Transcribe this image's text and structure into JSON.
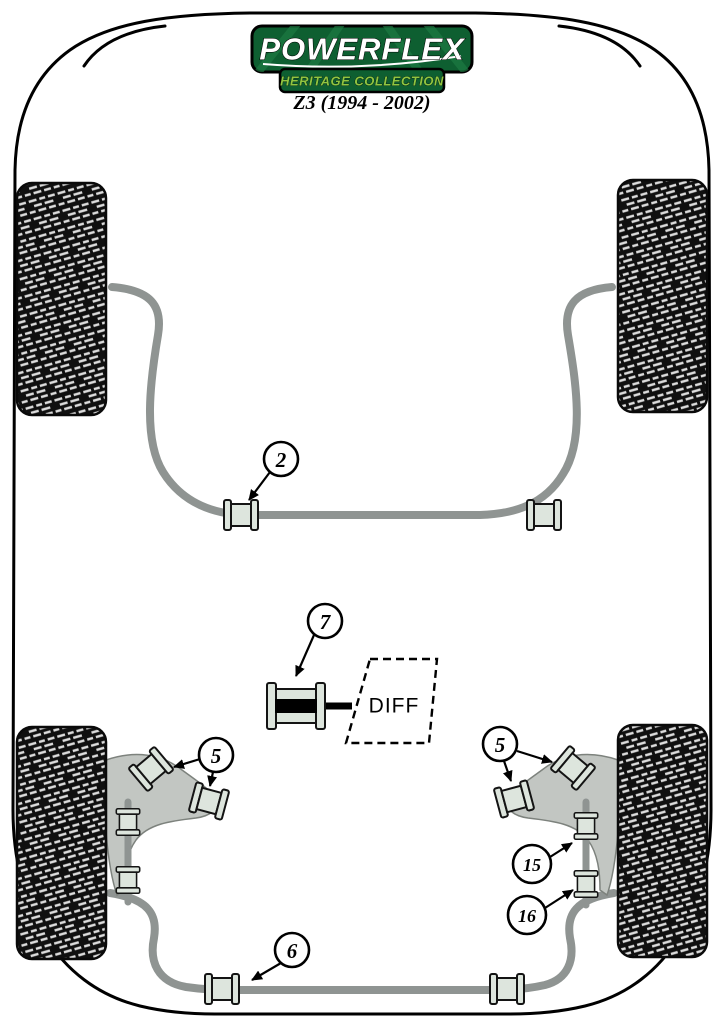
{
  "logo": {
    "brand": "POWERFLEX",
    "collection": "HERITAGE COLLECTION"
  },
  "vehicle_title": "Z3 (1994 - 2002)",
  "diff_label": "DIFF",
  "callouts": {
    "front_arb_bush": "2",
    "diff_mount": "7",
    "rear_arm_left": "5",
    "rear_arm_right": "5",
    "trailing_link_upper": "15",
    "trailing_link_lower": "16",
    "rear_arb_bush": "6"
  },
  "colors": {
    "banner_green": "#0e5f31",
    "banner_green_light": "#1e7d44",
    "collection_text": "#8fc641",
    "bush_fill": "#dde5dd",
    "bar_gray": "#8f9492",
    "arm_gray": "#c2c6c2",
    "tire_black": "#101010"
  }
}
